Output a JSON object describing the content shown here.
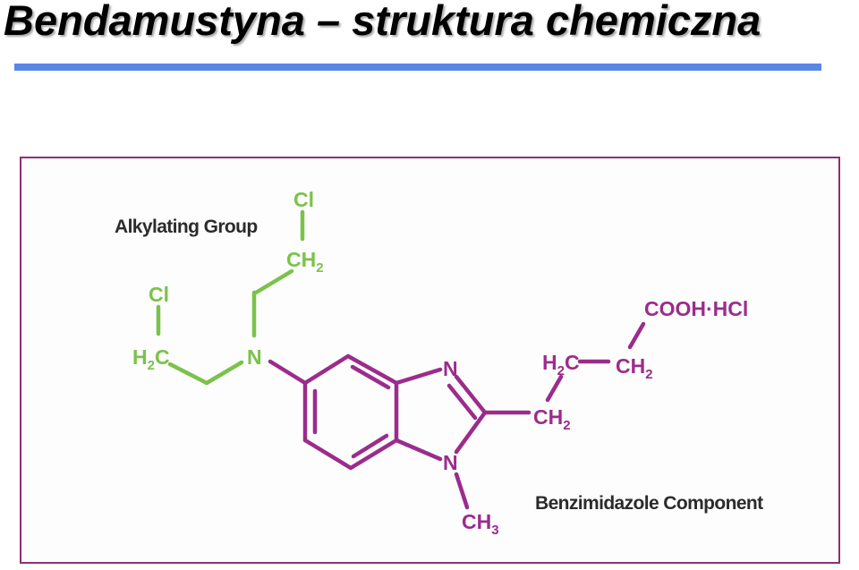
{
  "slide": {
    "title": "Bendamustyna – struktura chemiczna"
  },
  "diagram": {
    "caption_alkylating": "Alkylating Group",
    "caption_benzimidazole": "Benzimidazole Component",
    "colors": {
      "alkylating": "#7bc24a",
      "benzimidazole": "#9b2c8c",
      "accent_rule": "#5a86e6",
      "frame": "#8f2f79"
    },
    "atoms": {
      "cl_top": "Cl",
      "ch2_top": "CH",
      "ch2_top_sub": "2",
      "cl_left": "Cl",
      "h2c_left_h": "H",
      "h2c_left_sub": "2",
      "h2c_left_c": "C",
      "n_amine": "N",
      "n_ring_top": "N",
      "n_ring_bottom": "N",
      "ch3": "CH",
      "ch3_sub": "3",
      "ch2_chain1": "CH",
      "ch2_chain1_sub": "2",
      "h2c_chain_h": "H",
      "h2c_chain_sub": "2",
      "h2c_chain_c": "C",
      "ch2_chain3": "CH",
      "ch2_chain3_sub": "2",
      "cooh_hcl": "COOH·HCl"
    }
  }
}
